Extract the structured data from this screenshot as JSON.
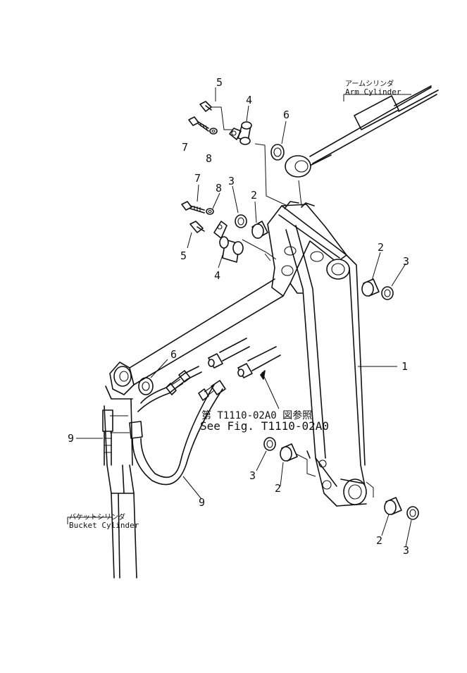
{
  "labels": {
    "arm_cylinder_jp": "アームシリンダ",
    "arm_cylinder_en": "Arm Cylinder",
    "bucket_cylinder_jp": "バケットシリンダ",
    "bucket_cylinder_en": "Bucket Cylinder",
    "see_fig_jp": "第 T1110-02A0 図参照",
    "see_fig_en": "See Fig. T1110-02A0"
  },
  "callouts": {
    "c1": "1",
    "c2a": "2",
    "c2b": "2",
    "c2c": "2",
    "c2d": "2",
    "c3a": "3",
    "c3b": "3",
    "c3c": "3",
    "c3d": "3",
    "c4a": "4",
    "c4b": "4",
    "c5a": "5",
    "c5b": "5",
    "c6a": "6",
    "c6b": "6",
    "c7a": "7",
    "c7b": "7",
    "c8a": "8",
    "c8b": "8",
    "c9a": "9",
    "c9b": "9"
  }
}
